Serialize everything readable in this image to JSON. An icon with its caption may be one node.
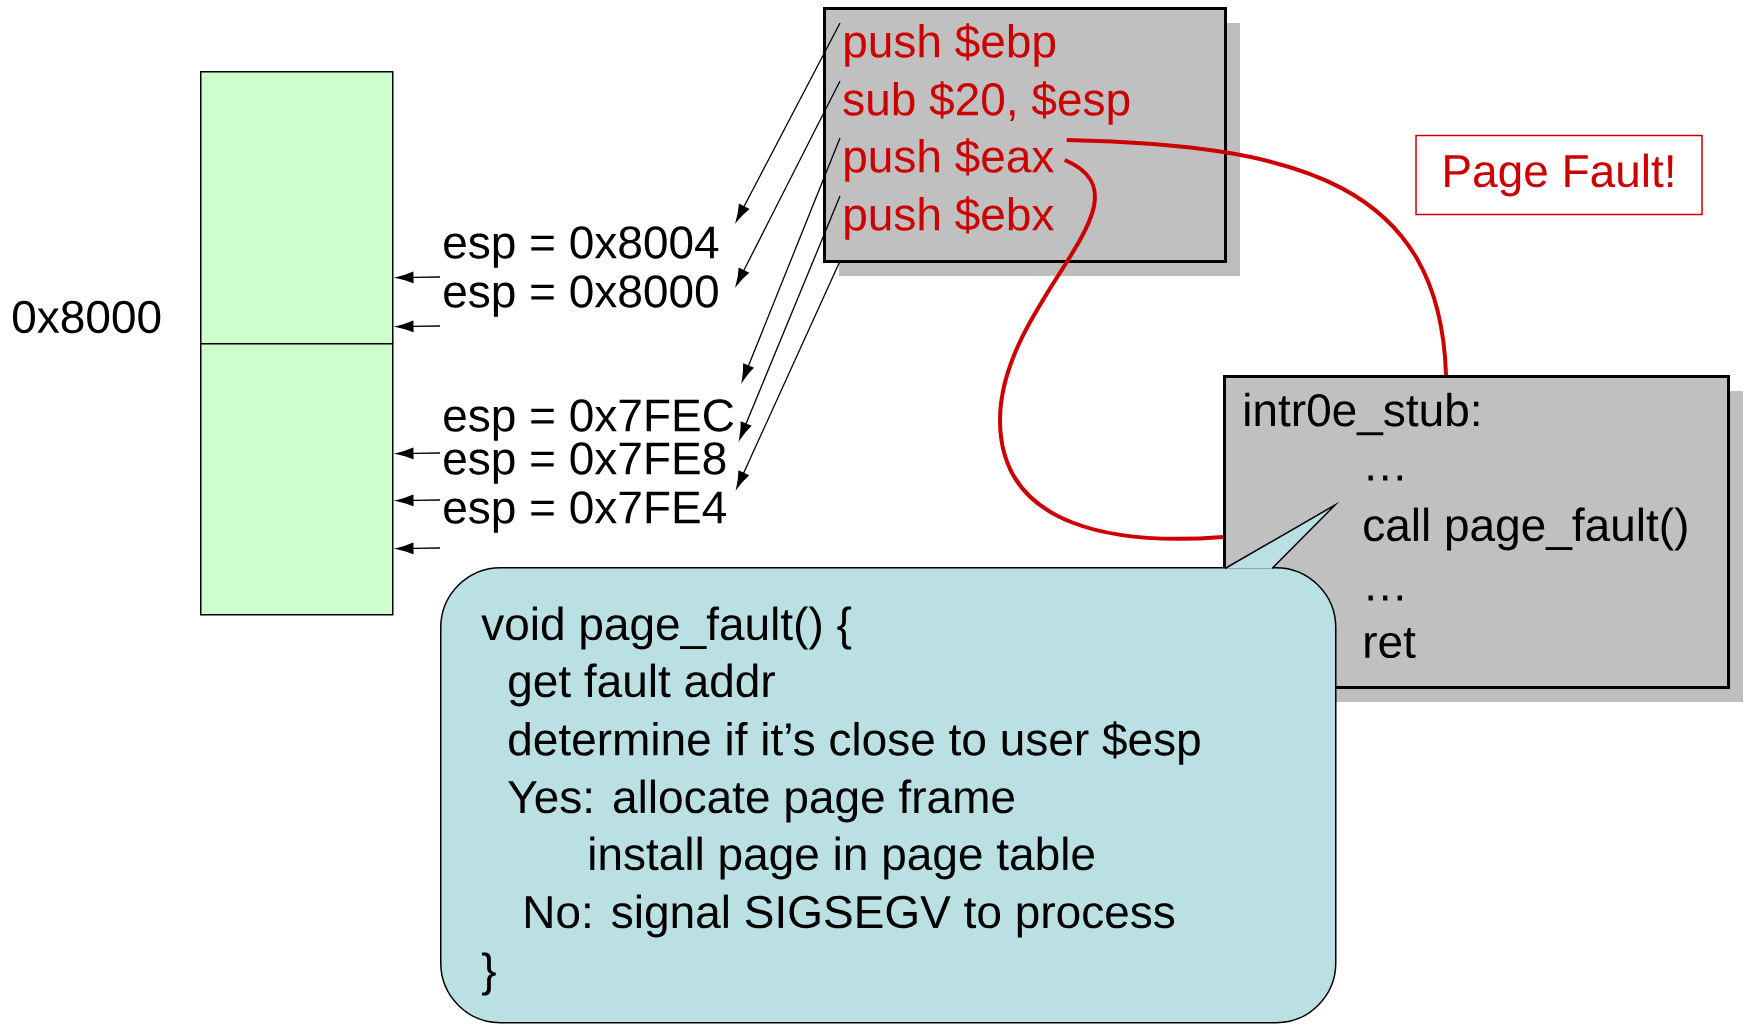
{
  "diagram": {
    "nodes": [
      {
        "text": [],
        "shape": "box"
      },
      {
        "text": [],
        "shape": "box"
      },
      {
        "text": [
          "esp = 0x8004"
        ]
      },
      {
        "text": [
          "esp = 0x8000"
        ]
      },
      {
        "text": [
          "esp = 0x7FEC"
        ]
      },
      {
        "text": [
          "esp = 0x7FE8"
        ]
      },
      {
        "text": [
          "esp = 0x7FE4"
        ]
      },
      {
        "text": [],
        "shape": "box"
      },
      {
        "text": [
          "push $ebp"
        ],
        "in": 7
      },
      {
        "text": [
          "sub $20, $esp"
        ],
        "in": 7
      },
      {
        "text": [
          "push $eax"
        ],
        "in": 7
      },
      {
        "text": [
          "push $ebx"
        ],
        "in": 7
      },
      {
        "text": [
          "Page Fault!"
        ]
      },
      {
        "text": [
          "intr0e_stub:",
          "…",
          "call page_fault()",
          "…",
          "ret"
        ]
      },
      {
        "text": [
          "void page_fault() {",
          "get fault addr",
          "determine if it’s close to user $esp",
          "Yes: allocate page frame",
          "install page in page table",
          "No: signal SIGSEGV to process",
          "}"
        ]
      }
    ],
    "edges": [
      {
        "from": 2,
        "to": 0,
        "arrow": "to"
      },
      {
        "from": 3,
        "to": 0,
        "arrow": "to"
      },
      {
        "from": 4,
        "to": 1,
        "arrow": "to"
      },
      {
        "from": 5,
        "to": 1,
        "arrow": "to"
      },
      {
        "from": 6,
        "to": 1,
        "arrow": "to"
      },
      {
        "from": 8,
        "to": 2,
        "arrow": "to"
      },
      {
        "from": 9,
        "to": 3,
        "arrow": "to"
      },
      {
        "from": 10,
        "to": 4,
        "arrow": "to"
      },
      {
        "from": 11,
        "to": 5,
        "arrow": "to"
      },
      {
        "from": 7,
        "to": 6,
        "arrow": "to"
      },
      {
        "from": 10,
        "to": 13,
        "arrow": "none",
        "style": "thick",
        "color": "#cc0000"
      },
      {
        "from": 13,
        "to": 10,
        "arrow": "none",
        "style": "thick",
        "color": "#cc0000"
      }
    ],
    "labels": [
      "0x8000"
    ]
  }
}
